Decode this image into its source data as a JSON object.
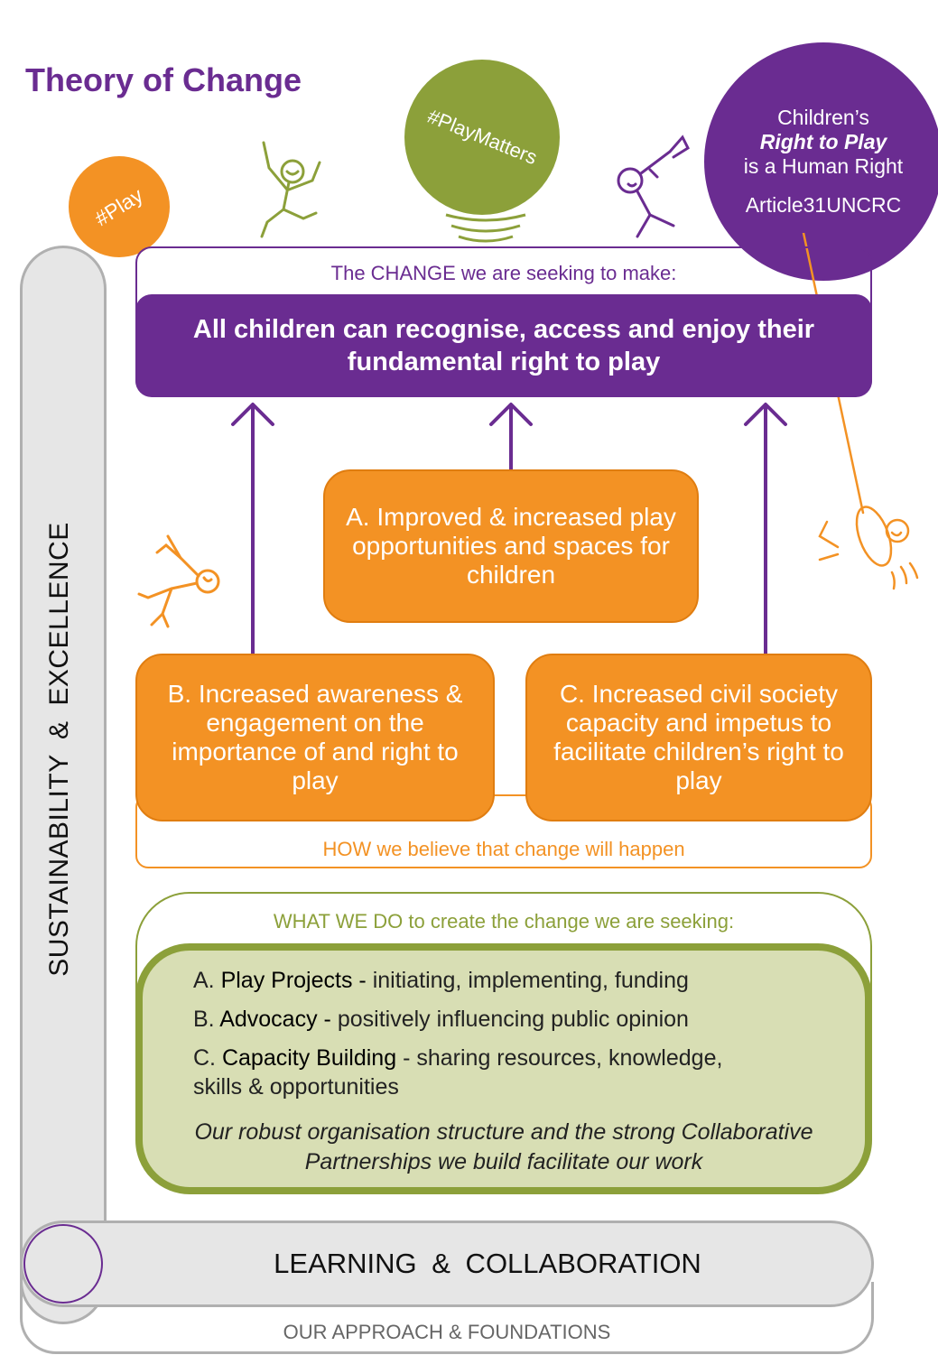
{
  "title": "Theory of Change",
  "badges": {
    "play": "#Play",
    "play_matters": "#PlayMatters",
    "right_line1": "Children’s",
    "right_line2": "Right to Play",
    "right_line3": "is a Human Right",
    "right_article": "Article31UNCRC"
  },
  "pillar": "SUSTAINABILITY & EXCELLENCE",
  "change": {
    "label": "The CHANGE we are seeking to make:",
    "statement": "All children can recognise, access and enjoy their fundamental right to play"
  },
  "outcomes": {
    "a_letter": "A.",
    "a_text": "Improved & increased play opportunities and spaces for children",
    "b_letter": "B.",
    "b_text": "Increased awareness & engagement on the importance of and right to play",
    "c_letter": "C.",
    "c_text": "Increased civil society capacity and impetus to facilitate children’s right to play"
  },
  "how": "HOW we believe that change will happen",
  "what": {
    "label": "WHAT WE DO to create the change we are seeking:",
    "items": [
      {
        "letter": "A.",
        "bold": "Play Projects -",
        "text": "initiating, implementing, funding"
      },
      {
        "letter": "B.",
        "bold": "Advocacy -",
        "text": "positively influencing public opinion"
      },
      {
        "letter": "C.",
        "bold": "Capacity Building",
        "text": "- sharing resources, knowledge,",
        "text2": "skills & opportunities"
      }
    ],
    "footer": "Our robust organisation structure and the strong Collaborative Partnerships we build facilitate our work"
  },
  "learning": "LEARNING & COLLABORATION",
  "foundations": "OUR APPROACH & FOUNDATIONS",
  "colors": {
    "purple": "#6a2c91",
    "orange": "#f39224",
    "green": "#8ca03a",
    "grey": "#b0b0b0"
  }
}
